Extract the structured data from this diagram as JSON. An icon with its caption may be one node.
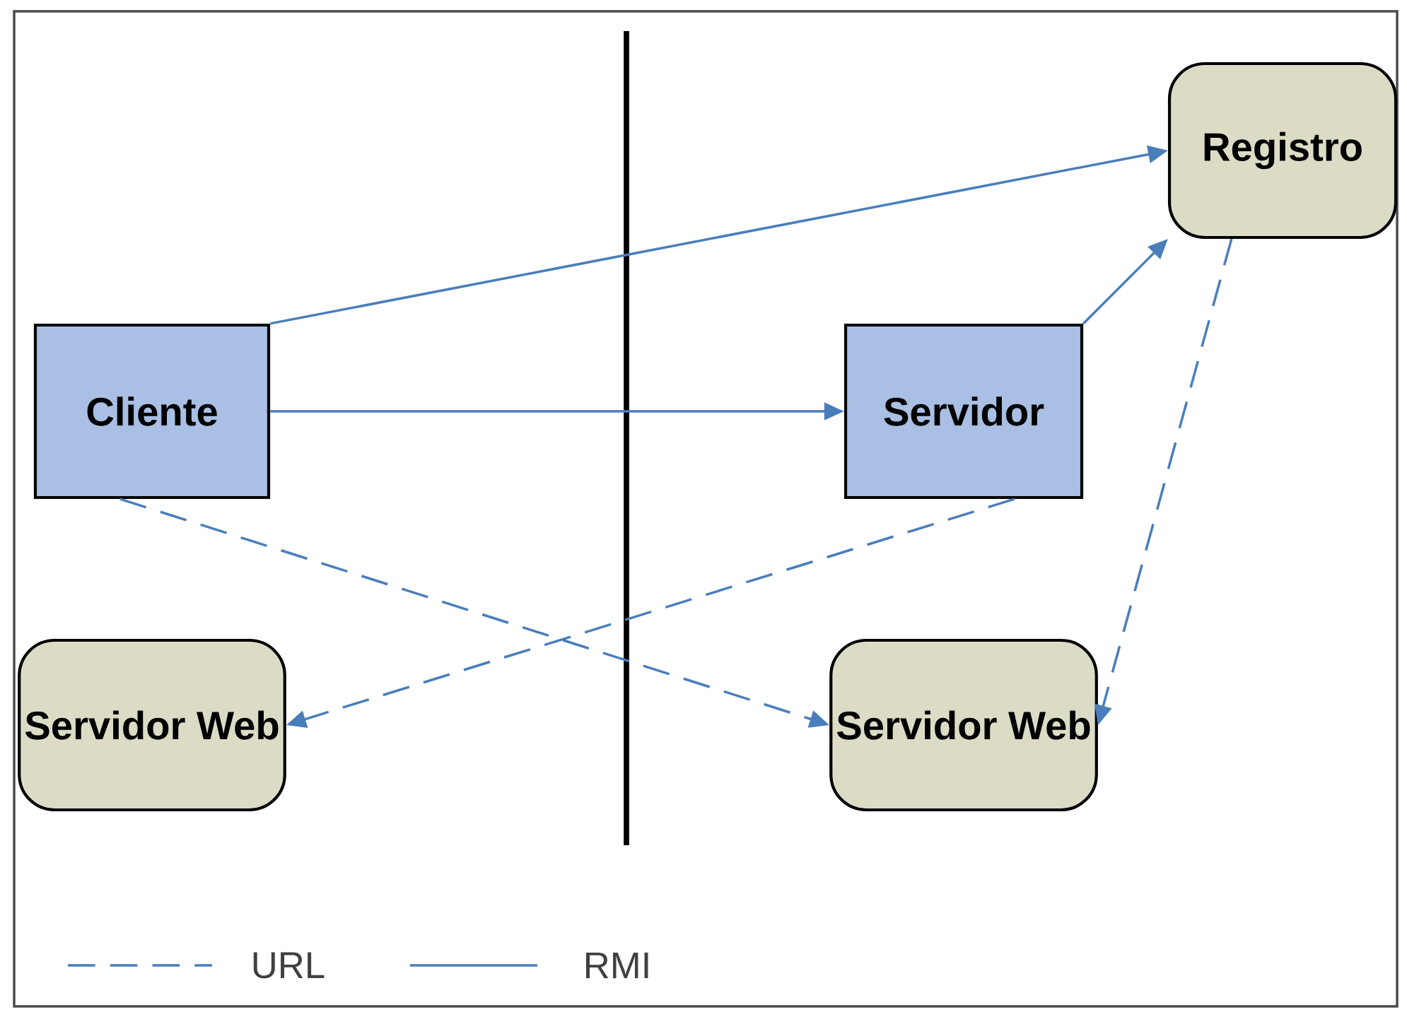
{
  "diagram": {
    "nodes": [
      {
        "text": [
          "Registro"
        ]
      },
      {
        "text": [
          "Cliente"
        ]
      },
      {
        "text": [
          "Servidor"
        ]
      },
      {
        "text": [
          "Servidor Web"
        ]
      },
      {
        "text": [
          "Servidor Web"
        ]
      }
    ],
    "edges": [
      {
        "from": 1,
        "to": 0,
        "arrow": "to"
      },
      {
        "from": 1,
        "to": 2,
        "arrow": "to"
      },
      {
        "from": 2,
        "to": 0,
        "arrow": "to"
      },
      {
        "from": 0,
        "to": 4,
        "arrow": "to",
        "style": "dashed"
      },
      {
        "from": 2,
        "to": 3,
        "arrow": "to",
        "style": "dashed"
      },
      {
        "from": 1,
        "to": 4,
        "arrow": "to",
        "style": "dashed"
      }
    ],
    "legend": [
      {
        "text": "URL"
      },
      {
        "text": "RMI"
      }
    ]
  }
}
